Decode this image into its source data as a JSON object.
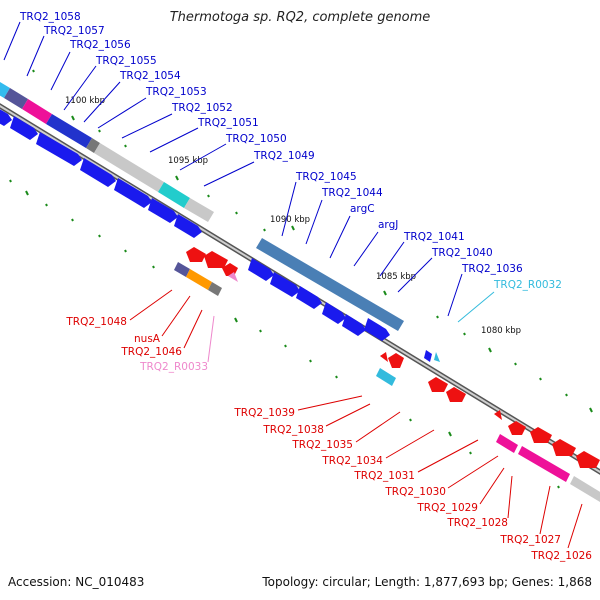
{
  "title": "Thermotoga sp. RQ2, complete genome",
  "footer": {
    "accession": "Accession: NC_010483",
    "topology": "Topology: circular; Length: 1,877,693 bp; Genes: 1,868"
  },
  "colors": {
    "forward_label": "#0000cc",
    "reverse_label": "#dd0000",
    "rna_forward": "#33bbdd",
    "rna_reverse": "#ee88cc",
    "gene": "#1a1aee",
    "gene_reverse": "#ee1111",
    "backbone": "#777777",
    "tick": "#1a8a1a"
  },
  "scale_labels": [
    "1100 kbp",
    "1095 kbp",
    "1090 kbp",
    "1085 kbp",
    "1080 kbp"
  ],
  "forward_labels": [
    "TRQ2_1058",
    "TRQ2_1057",
    "TRQ2_1056",
    "TRQ2_1055",
    "TRQ2_1054",
    "TRQ2_1053",
    "TRQ2_1052",
    "TRQ2_1051",
    "TRQ2_1050",
    "TRQ2_1049",
    "TRQ2_1045",
    "TRQ2_1044",
    "argC",
    "argJ",
    "TRQ2_1041",
    "TRQ2_1040",
    "TRQ2_1036",
    "TRQ2_R0032"
  ],
  "reverse_labels": [
    "TRQ2_1048",
    "nusA",
    "TRQ2_1046",
    "TRQ2_R0033",
    "TRQ2_1039",
    "TRQ2_1038",
    "TRQ2_1035",
    "TRQ2_1034",
    "TRQ2_1031",
    "TRQ2_1030",
    "TRQ2_1029",
    "TRQ2_1028",
    "TRQ2_1027",
    "TRQ2_1026"
  ]
}
